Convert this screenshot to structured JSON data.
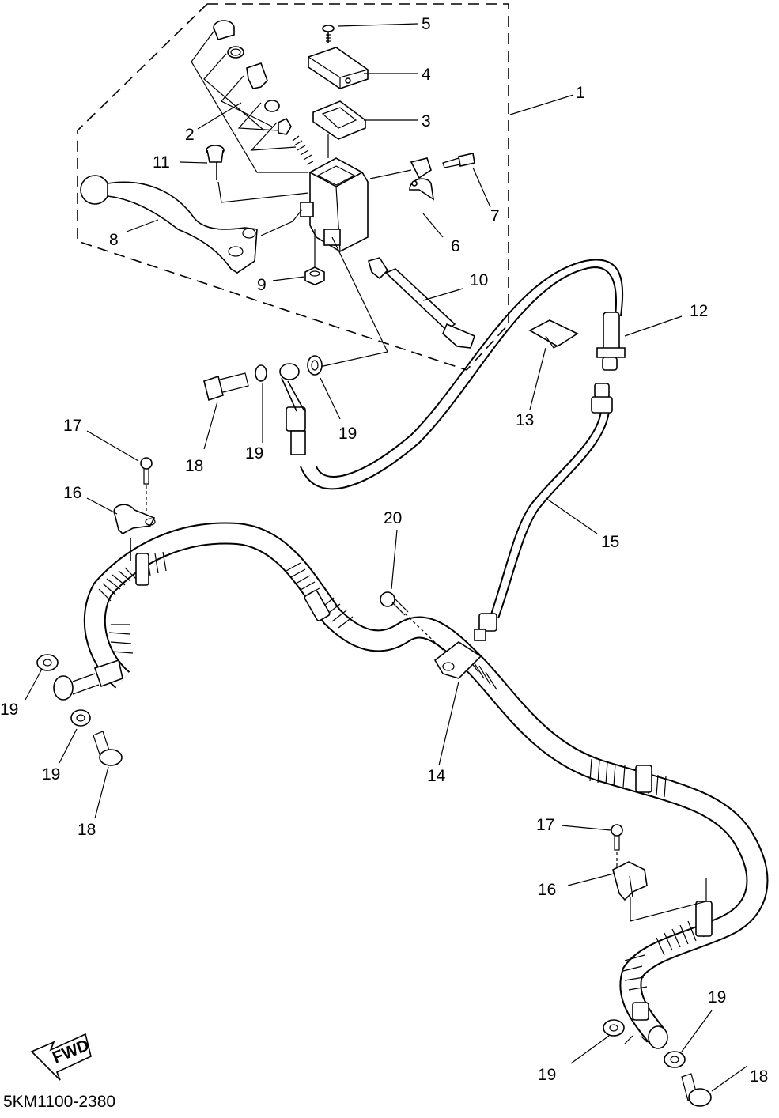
{
  "diagram": {
    "code": "5KM1100-2380",
    "fwd_label": "FWD",
    "callouts": {
      "c1": "1",
      "c2": "2",
      "c3": "3",
      "c4": "4",
      "c5": "5",
      "c6": "6",
      "c7": "7",
      "c8": "8",
      "c9": "9",
      "c10": "10",
      "c11": "11",
      "c12": "12",
      "c13": "13",
      "c14": "14",
      "c15": "15",
      "c16a": "16",
      "c16b": "16",
      "c17a": "17",
      "c17b": "17",
      "c18a": "18",
      "c18b": "18",
      "c18c": "18",
      "c19a": "19",
      "c19b": "19",
      "c19c": "19",
      "c19d": "19",
      "c19e": "19",
      "c19f": "19",
      "c20": "20"
    }
  }
}
